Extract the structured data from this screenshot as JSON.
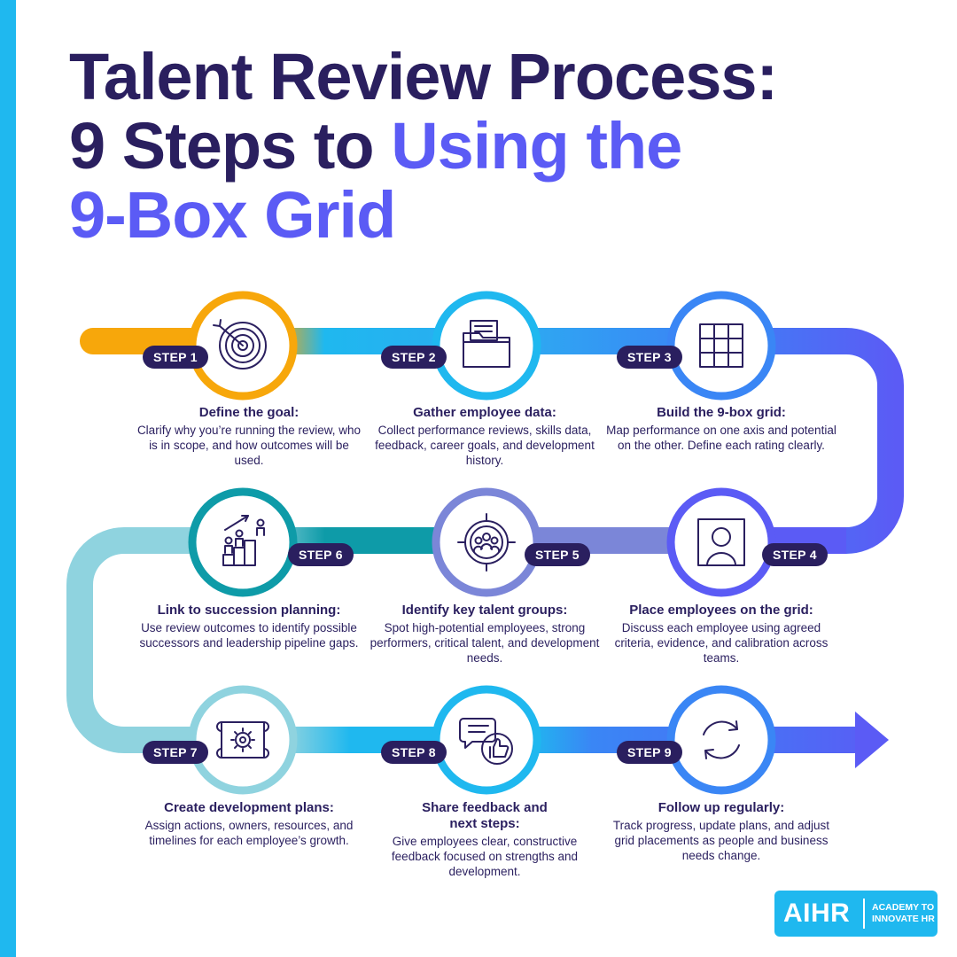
{
  "title": {
    "line1": "Talent Review Process:",
    "line2a": "9 Steps to ",
    "line2b": "Using the",
    "line3": "9-Box Grid"
  },
  "steps": [
    {
      "badge": "STEP 1",
      "title": "Define the goal:",
      "desc": "Clarify why you’re running the review, who is in scope, and how outcomes will be used.",
      "icon": "target-icon",
      "ring": "#f7a70b"
    },
    {
      "badge": "STEP 2",
      "title": "Gather employee data:",
      "desc": "Collect performance reviews, skills data, feedback, career goals, and development history.",
      "icon": "folder-documents-icon",
      "ring": "#1fb8ef"
    },
    {
      "badge": "STEP 3",
      "title": "Build the 9-box grid:",
      "desc": "Map performance on one axis and potential on the other. Define each rating clearly.",
      "icon": "grid-icon",
      "ring": "#3a86f5"
    },
    {
      "badge": "STEP 4",
      "title": "Place employees on the grid:",
      "desc": "Discuss each employee using agreed criteria, evidence, and calibration across teams.",
      "icon": "person-frame-icon",
      "ring": "#5b5bf5"
    },
    {
      "badge": "STEP 5",
      "title": "Identify key talent groups:",
      "desc": "Spot high-potential employees, strong performers, critical talent, and development needs.",
      "icon": "group-target-icon",
      "ring": "#7b86d8"
    },
    {
      "badge": "STEP 6",
      "title": "Link to succession planning:",
      "desc": "Use review outcomes to identify possible successors and leadership pipeline gaps.",
      "icon": "podium-growth-icon",
      "ring": "#0e9ba8"
    },
    {
      "badge": "STEP 7",
      "title": "Create development plans:",
      "desc": "Assign actions, owners, resources, and timelines for each employee’s growth.",
      "icon": "blueprint-gear-icon",
      "ring": "#8fd3df"
    },
    {
      "badge": "STEP 8",
      "title": "Share feedback and next steps:",
      "desc": "Give employees clear, constructive feedback focused on strengths and development.",
      "icon": "chat-thumbs-up-icon",
      "ring": "#1fb8ef"
    },
    {
      "badge": "STEP 9",
      "title": "Follow up regularly:",
      "desc": "Track progress, update plans, and adjust grid placements as people and business needs change.",
      "icon": "refresh-icon",
      "ring": "#3a86f5"
    }
  ],
  "logo": {
    "mark": "AIHR",
    "tag_line1": "ACADEMY TO",
    "tag_line2": "INNOVATE HR"
  },
  "colors": {
    "navy": "#2a1f5f",
    "accent": "#5b5bf5",
    "sky": "#1fb8ef",
    "orange": "#f7a70b",
    "teal": "#0e9ba8",
    "light_teal": "#8fd3df"
  }
}
